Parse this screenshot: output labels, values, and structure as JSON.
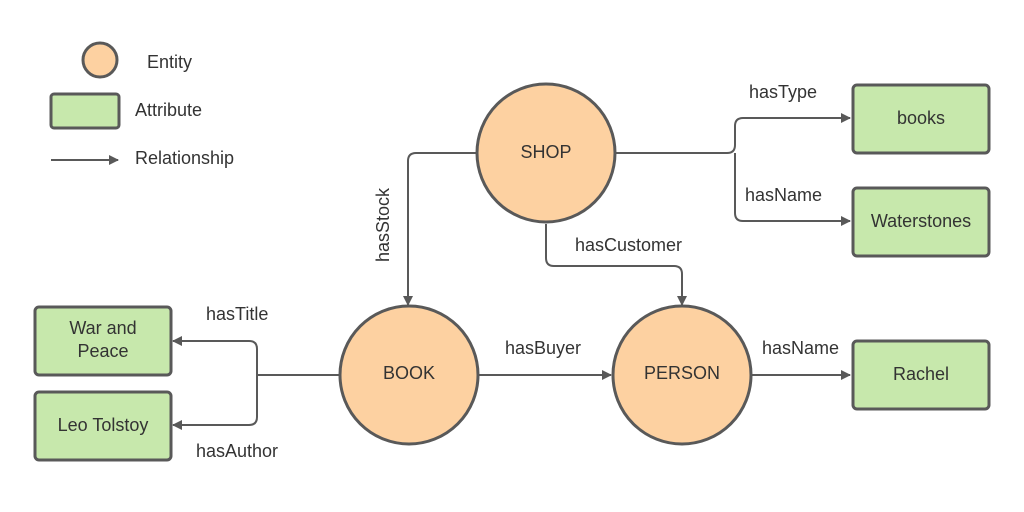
{
  "colors": {
    "entity_fill": "#fdd1a1",
    "attribute_fill": "#c7e8ac",
    "outline": "#595959",
    "text": "#333333"
  },
  "legend": {
    "entity_label": "Entity",
    "attribute_label": "Attribute",
    "relationship_label": "Relationship"
  },
  "entities": {
    "shop": "SHOP",
    "book": "BOOK",
    "person": "PERSON"
  },
  "attributes": {
    "books": "books",
    "waterstones": "Waterstones",
    "title_line1": "War and",
    "title_line2": "Peace",
    "author": "Leo Tolstoy",
    "rachel": "Rachel"
  },
  "relationships": {
    "has_type": "hasType",
    "has_name_shop": "hasName",
    "has_stock": "hasStock",
    "has_customer": "hasCustomer",
    "has_title": "hasTitle",
    "has_author": "hasAuthor",
    "has_buyer": "hasBuyer",
    "has_name_person": "hasName"
  }
}
